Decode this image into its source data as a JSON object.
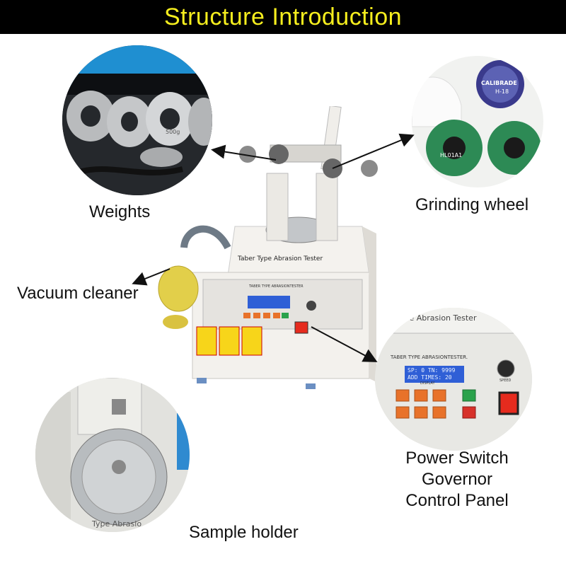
{
  "banner": {
    "title": "Structure Introduction"
  },
  "callouts": {
    "weights": "Weights",
    "grinding_wheel": "Grinding wheel",
    "vacuum_cleaner": "Vacuum cleaner",
    "sample_holder": "Sample holder",
    "power_lines": [
      "Power Switch",
      "Governor",
      "Control Panel"
    ]
  },
  "device": {
    "front_label": "Taber Type Abrasion Tester",
    "panel_label": "TABER TYPE ABRASIONTESTER",
    "zoom_header": "Type Abrasion Tester",
    "zoom_panel_label": "TABER TYPE ABRASIONTESTER.",
    "display_line1": "SP: 0 TN: 9999",
    "display_line2": "ADD TIMES: 20",
    "display_caption": "DISPLAY",
    "speed_caption": "SPEED",
    "sample_zoom_text": "Type Abrasio"
  },
  "weights_zoom": {
    "mark": "500g"
  },
  "wheel_zoom": {
    "brand": "CALIBRADE",
    "code": "H-18",
    "reel1": "HL01A1"
  },
  "colors": {
    "banner_bg": "#000000",
    "banner_text": "#f6ee1e",
    "lcd": "#2f5fd6",
    "power_switch": "#e62b1e",
    "panel_buttons": "#e8722a",
    "vacuum": "#e2cf4a"
  }
}
